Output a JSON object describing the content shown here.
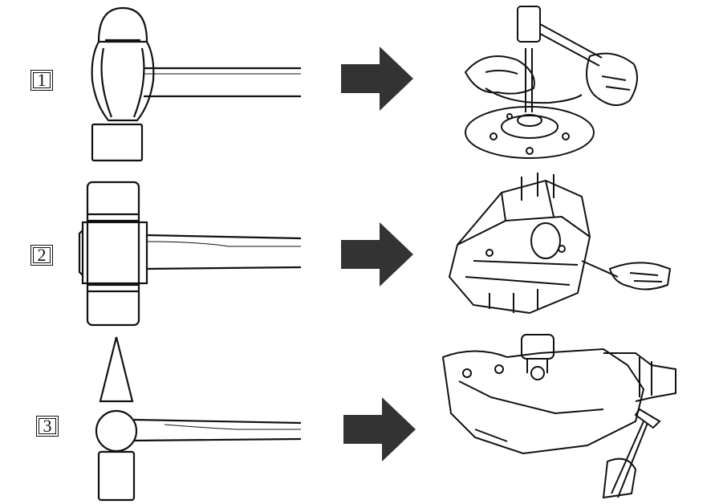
{
  "rows": [
    {
      "label": "1"
    },
    {
      "label": "2"
    },
    {
      "label": "3"
    }
  ]
}
